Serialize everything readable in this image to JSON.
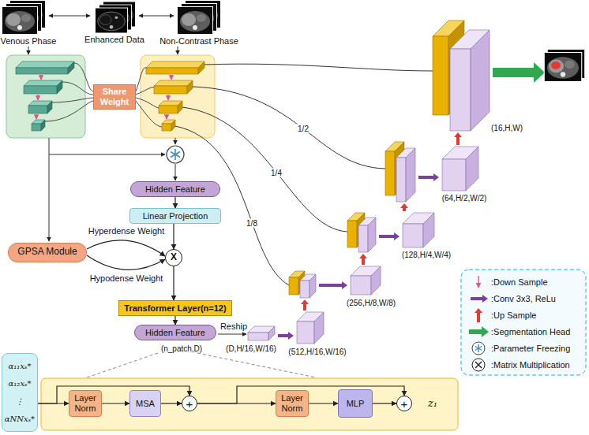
{
  "diagram": {
    "nodes": [
      {
        "text": [
          "Share Weight"
        ]
      },
      {
        "text": [
          "Hidden Feature"
        ]
      },
      {
        "text": [
          "Linear Projection"
        ]
      },
      {
        "text": [
          "GPSA Module"
        ]
      },
      {
        "text": [
          "X"
        ]
      },
      {
        "text": [
          "Transformer Layer(n=12)"
        ]
      },
      {
        "text": [
          "Hidden Feature"
        ]
      },
      {
        "text": [
          "α₁₁xₛ*",
          "α₁₂xₛ*",
          "⋮",
          "αNNxₛ*"
        ]
      },
      {
        "text": [
          "Layer Norm"
        ]
      },
      {
        "text": [
          "MSA"
        ]
      },
      {
        "text": [
          "+"
        ]
      },
      {
        "text": [
          "Layer Norm"
        ]
      },
      {
        "text": [
          "MLP"
        ]
      },
      {
        "text": [
          "+"
        ]
      }
    ],
    "edges": [
      {
        "from": 1,
        "to": 2,
        "arrow": "to"
      },
      {
        "from": 2,
        "to": 4,
        "arrow": "to"
      },
      {
        "from": 3,
        "to": 4,
        "label": "Hyperdense Weight",
        "arrow": "to"
      },
      {
        "from": 3,
        "to": 4,
        "label": "Hypodense Weight",
        "arrow": "to"
      },
      {
        "from": 4,
        "to": 5,
        "arrow": "to"
      },
      {
        "from": 5,
        "to": 6,
        "arrow": "to"
      },
      {
        "from": 7,
        "to": 8,
        "arrow": "to"
      },
      {
        "from": 8,
        "to": 9,
        "arrow": "to"
      },
      {
        "from": 9,
        "to": 10,
        "arrow": "to"
      },
      {
        "from": 7,
        "to": 10,
        "arrow": "to"
      },
      {
        "from": 10,
        "to": 11,
        "arrow": "to"
      },
      {
        "from": 11,
        "to": 12,
        "arrow": "to"
      },
      {
        "from": 12,
        "to": 13,
        "arrow": "to"
      },
      {
        "from": 10,
        "to": 13,
        "arrow": "to"
      }
    ],
    "labels": [
      "Venous Phase",
      "Enhanced Data",
      "Non-Contrast Phase",
      "1/2",
      "1/4",
      "1/8",
      "(n_patch,D)",
      "Reship",
      "(D,H/16,W/16)",
      "(512,H/16,W/16)",
      "(256,H/8,W/8)",
      "(128,H/4,W/4)",
      "(64,H/2,W/2)",
      "(16,H,W)",
      "z₁"
    ],
    "legend": [
      {
        "text": ":Down Sample"
      },
      {
        "text": ":Conv 3x3, ReLu"
      },
      {
        "text": ":Up Sample"
      },
      {
        "text": ":Segmentation Head"
      },
      {
        "text": ":Parameter Freezing"
      },
      {
        "text": ":Matrix Multiplication"
      }
    ]
  }
}
